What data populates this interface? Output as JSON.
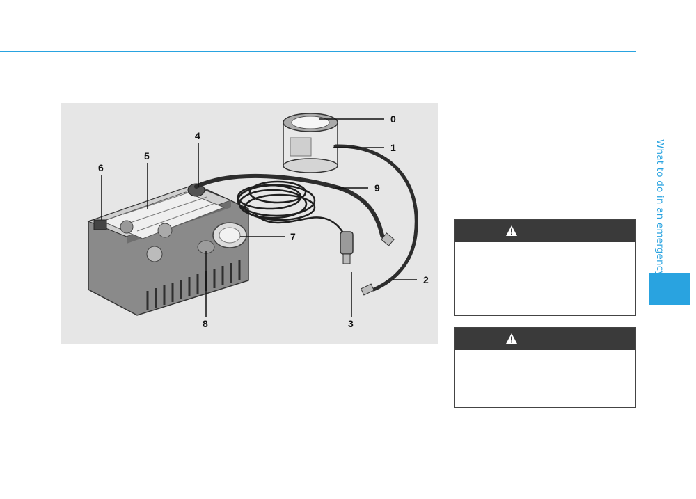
{
  "header": {
    "rule_color": "#29a3e0"
  },
  "figure": {
    "callouts": [
      "0",
      "1",
      "2",
      "3",
      "4",
      "5",
      "6",
      "7",
      "8",
      "9"
    ]
  },
  "side_tab": {
    "text": "What to do in an emergency",
    "color": "#29a3e0"
  },
  "warnings": [
    {
      "icon": "warning-triangle-icon"
    },
    {
      "icon": "warning-triangle-icon"
    }
  ]
}
